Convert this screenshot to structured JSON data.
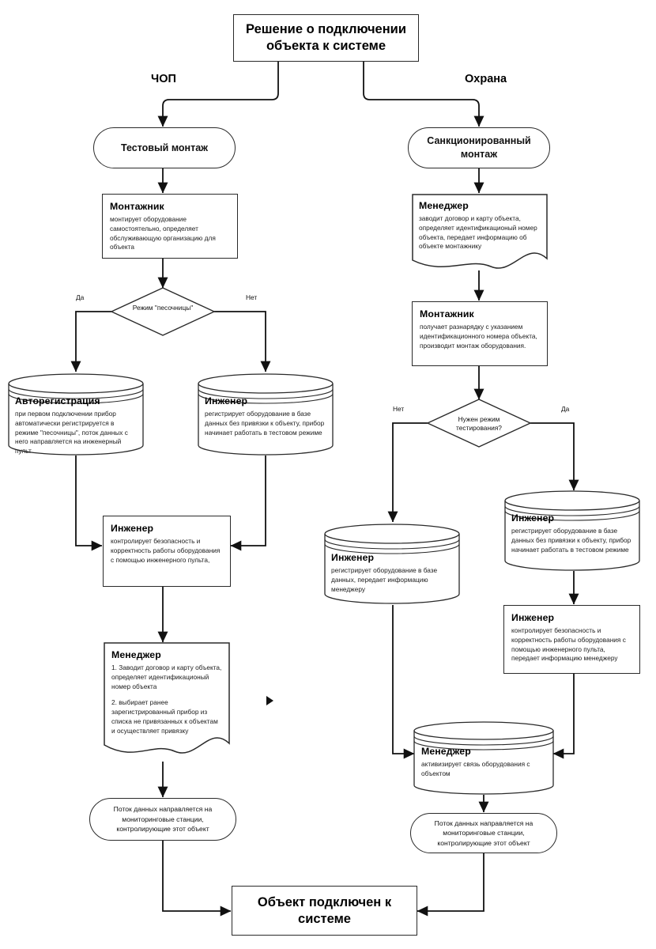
{
  "diagram": {
    "title_node": "Решение о подключении объекта к системе",
    "branch_left": "ЧОП",
    "branch_right": "Охрана",
    "left": {
      "start": "Тестовый монтаж",
      "installer": {
        "role": "Монтажник",
        "desc": "монтирует оборудование самостоятельно, определяет обслуживающую организацию для объекта"
      },
      "decision": "Режим \"песочницы\"",
      "decision_yes": "Да",
      "decision_no": "Нет",
      "autoreg": {
        "role": "Авторегистрация",
        "desc": "при первом подключении прибор автоматически регистрируется в режиме \"песочницы\", поток данных с него направляется на инженерный пульт"
      },
      "engineer_db": {
        "role": "Инженер",
        "desc": "регистрирует оборудование в базе данных без привязки к объекту, прибор начинает работать в тестовом режиме"
      },
      "engineer_check": {
        "role": "Инженер",
        "desc": "контролирует безопасность и корректность работы оборудования с помощью инженерного пульта,"
      },
      "manager": {
        "role": "Менеджер",
        "desc1": "1. Заводит договор и карту объекта, определяет идентификационый номер объекта",
        "desc2": "2. выбирает ранее зарегистрированный прибор из списка не привязанных к объектам и осуществляет привязку"
      },
      "flow": "Поток данных направляется на мониторинговые станции, контролирующие этот объект"
    },
    "right": {
      "start": "Санкционированный монтаж",
      "manager": {
        "role": "Менеджер",
        "desc": "заводит договор и карту объекта, определяет идентификационый номер объекта, передает информацию об объекте монтажнику"
      },
      "installer": {
        "role": "Монтажник",
        "desc": "получает разнарядку с указанием идентификационного номера объекта, производит монтаж оборудования."
      },
      "decision": "Нужен режим тестирования?",
      "decision_no": "Нет",
      "decision_yes": "Да",
      "engineer_test_db": {
        "role": "Инженер",
        "desc": "регистрирует оборудование в базе данных без привязки к объекту, прибор начинает работать в тестовом режиме"
      },
      "engineer_db": {
        "role": "Инженер",
        "desc": "регистрирует оборудование в базе данных, передает информацию менеджеру"
      },
      "engineer_check": {
        "role": "Инженер",
        "desc": "контролирует безопасность и корректность работы оборудования с помощью инженерного пульта, передает информацию менеджеру"
      },
      "manager_activate": {
        "role": "Менеджер",
        "desc": "активизирует связь оборудования с объектом"
      },
      "flow": "Поток данных направляется на мониторинговые станции, контролирующие этот объект"
    },
    "end_node": "Объект подключен к системе",
    "colors": {
      "stroke": "#2a2a2a",
      "text": "#111111",
      "background": "#ffffff"
    }
  }
}
